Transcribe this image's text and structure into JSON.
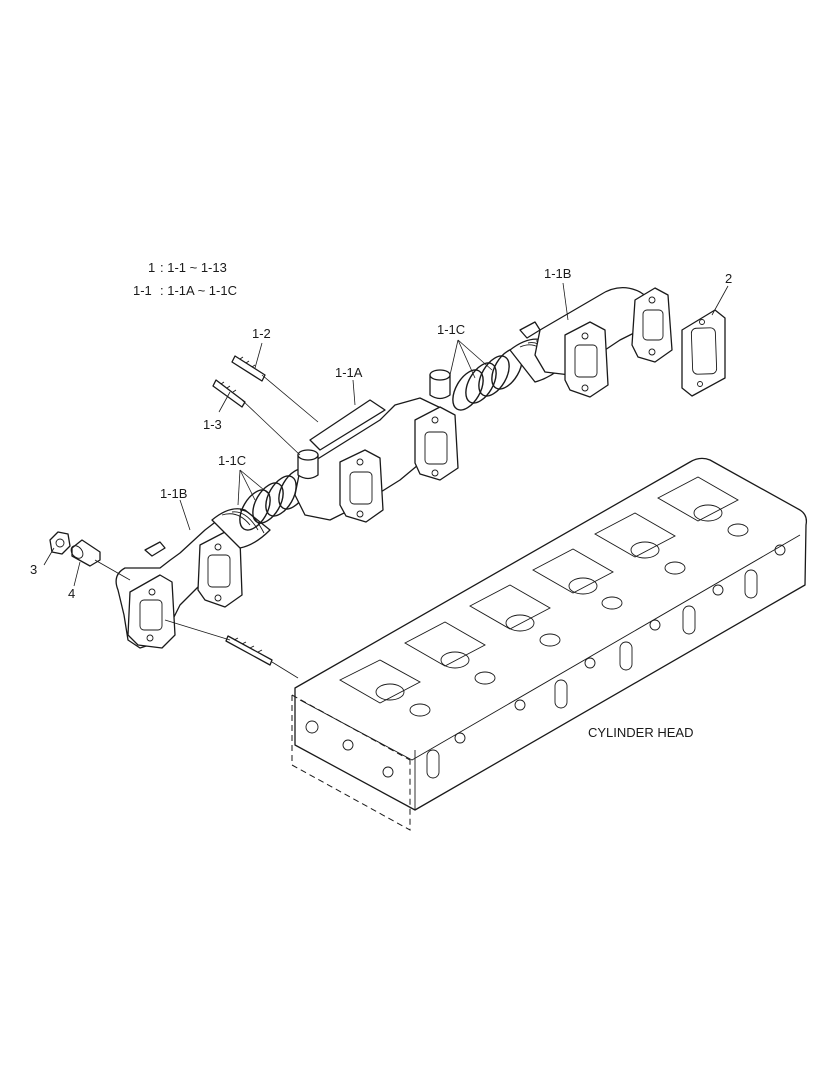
{
  "legend": {
    "line1_num": "1",
    "line1_text": ": 1-1 ~ 1-13",
    "line2_num": "1-1",
    "line2_text": ": 1-1A ~ 1-1C"
  },
  "callouts": {
    "p_1_1b_right": "1-1B",
    "p_2": "2",
    "p_1_1c_upper": "1-1C",
    "p_1_2": "1-2",
    "p_1_1a": "1-1A",
    "p_1_3": "1-3",
    "p_1_1c_lower": "1-1C",
    "p_1_1b_left": "1-1B",
    "p_3": "3",
    "p_4": "4",
    "cylinder_head": "CYLINDER HEAD"
  }
}
